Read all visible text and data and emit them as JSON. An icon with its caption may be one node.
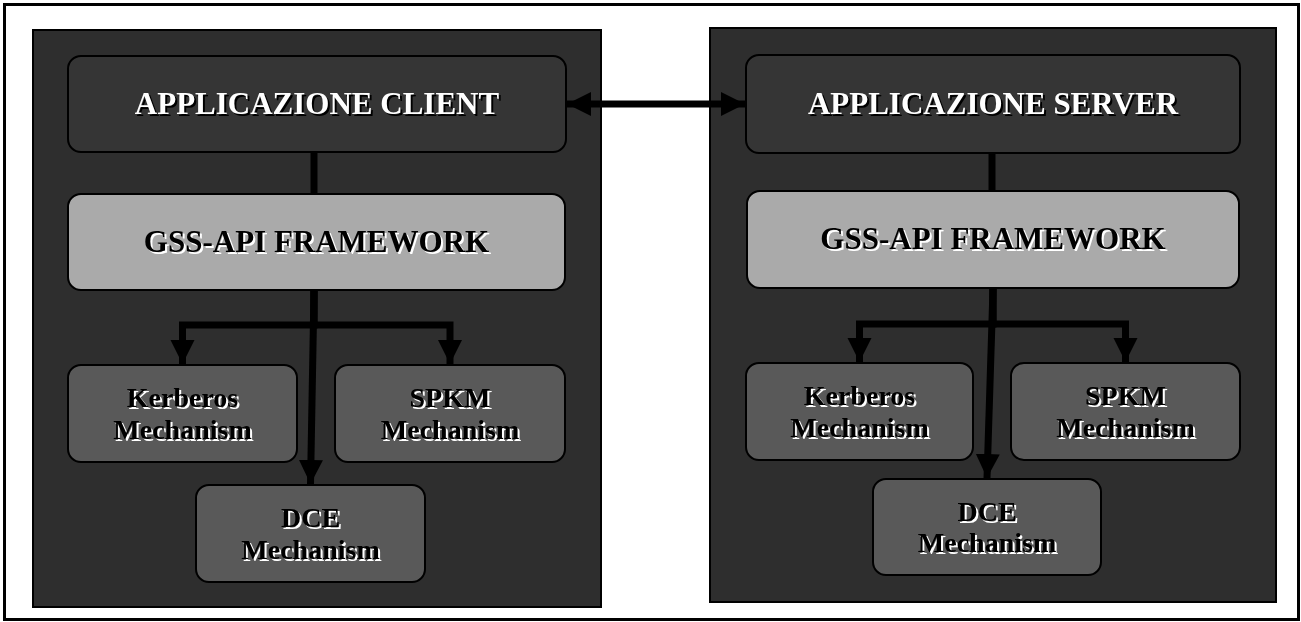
{
  "diagram": {
    "nodes": [
      {
        "text": [],
        "shape": "box"
      },
      {
        "text": [
          "APPLICAZIONE CLIENT"
        ],
        "in": 0
      },
      {
        "text": [
          "GSS-API FRAMEWORK"
        ],
        "in": 0
      },
      {
        "text": [
          "Kerberos Mechanism"
        ],
        "in": 0
      },
      {
        "text": [
          "SPKM Mechanism"
        ],
        "in": 0
      },
      {
        "text": [
          "DCE Mechanism"
        ],
        "in": 0
      },
      {
        "text": [],
        "shape": "box"
      },
      {
        "text": [
          "APPLICAZIONE SERVER"
        ],
        "in": 6
      },
      {
        "text": [
          "GSS-API FRAMEWORK"
        ],
        "in": 6
      },
      {
        "text": [
          "Kerberos Mechanism"
        ],
        "in": 6
      },
      {
        "text": [
          "SPKM Mechanism"
        ],
        "in": 6
      },
      {
        "text": [
          "DCE Mechanism"
        ],
        "in": 6
      }
    ],
    "edges": [
      {
        "from": 1,
        "to": 7,
        "arrow": "both"
      },
      {
        "from": 1,
        "to": 2,
        "arrow": "none"
      },
      {
        "from": 2,
        "to": 3,
        "arrow": "to"
      },
      {
        "from": 2,
        "to": 4,
        "arrow": "to"
      },
      {
        "from": 2,
        "to": 5,
        "arrow": "to"
      },
      {
        "from": 7,
        "to": 8,
        "arrow": "none"
      },
      {
        "from": 8,
        "to": 9,
        "arrow": "to"
      },
      {
        "from": 8,
        "to": 10,
        "arrow": "to"
      },
      {
        "from": 8,
        "to": 11,
        "arrow": "to"
      }
    ]
  }
}
